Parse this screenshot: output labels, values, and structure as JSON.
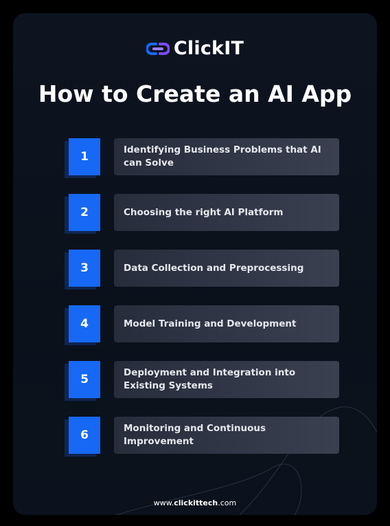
{
  "brand": {
    "name": "ClickIT",
    "colors": {
      "mark_blue": "#1668f5",
      "mark_purple": "#7b4bff"
    }
  },
  "title": "How to Create an AI App",
  "steps": [
    {
      "number": "1",
      "label": "Identifying Business Problems that AI can Solve"
    },
    {
      "number": "2",
      "label": "Choosing the right AI Platform"
    },
    {
      "number": "3",
      "label": "Data Collection and Preprocessing"
    },
    {
      "number": "4",
      "label": "Model Training and Development"
    },
    {
      "number": "5",
      "label": "Deployment and Integration into Existing Systems"
    },
    {
      "number": "6",
      "label": "Monitoring and Continuous Improvement"
    }
  ],
  "footer": {
    "prefix": "www.",
    "domain": "clickittech",
    "suffix": ".com"
  },
  "colors": {
    "background": "#000000",
    "card": "#0b121d",
    "number_box": "#1668f5",
    "step_pill": "#313747",
    "text": "#ffffff"
  }
}
